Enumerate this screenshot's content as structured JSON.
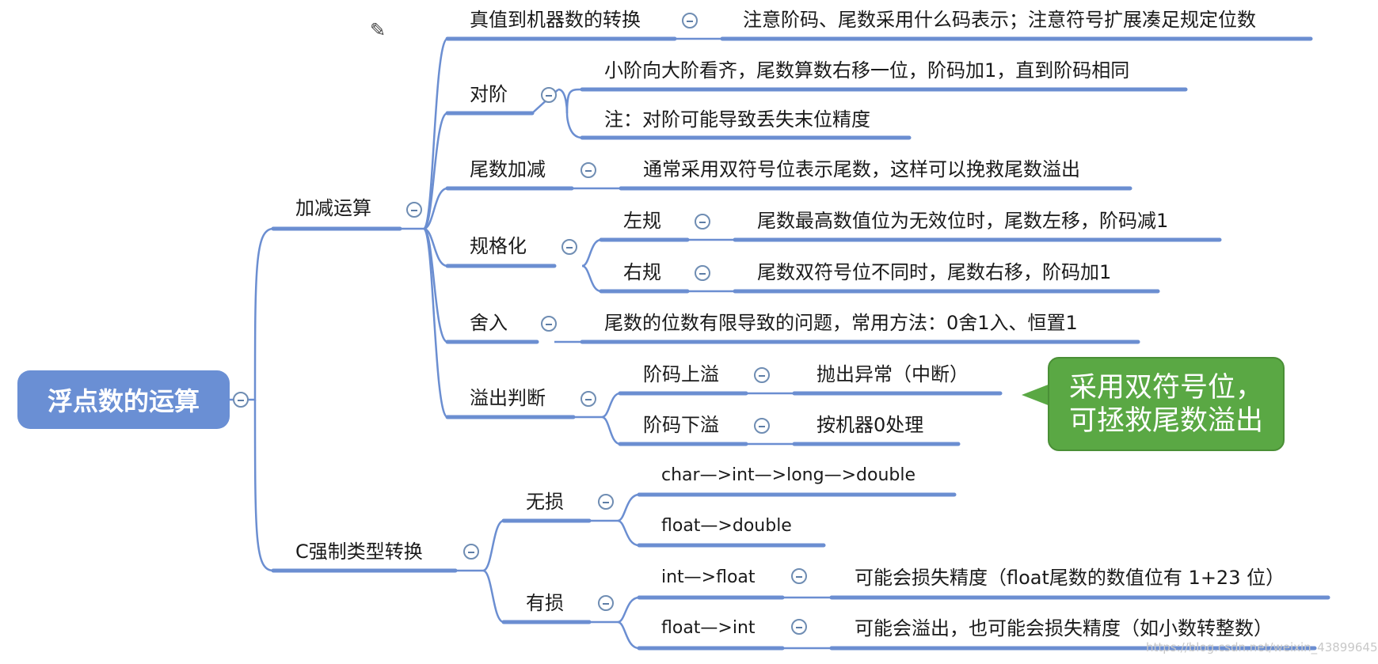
{
  "root": {
    "label": "浮点数的运算"
  },
  "branches": {
    "addsub": {
      "label": "加减运算",
      "children": {
        "convert": {
          "label": "真值到机器数的转换",
          "note": "注意阶码、尾数采用什么码表示；注意符号扩展凑足规定位数"
        },
        "align": {
          "label": "对阶",
          "note1": "小阶向大阶看齐，尾数算数右移一位，阶码加1，直到阶码相同",
          "note2": "注：对阶可能导致丢失末位精度"
        },
        "mantissa": {
          "label": "尾数加减",
          "note": "通常采用双符号位表示尾数，这样可以挽救尾数溢出"
        },
        "normalize": {
          "label": "规格化",
          "left": {
            "label": "左规",
            "note": "尾数最高数值位为无效位时，尾数左移，阶码减1"
          },
          "right": {
            "label": "右规",
            "note": "尾数双符号位不同时，尾数右移，阶码加1"
          }
        },
        "round": {
          "label": "舍入",
          "note": "尾数的位数有限导致的问题，常用方法：0舍1入、恒置1"
        },
        "overflow": {
          "label": "溢出判断",
          "up": {
            "label": "阶码上溢",
            "note": "抛出异常（中断）"
          },
          "down": {
            "label": "阶码下溢",
            "note": "按机器0处理"
          }
        }
      }
    },
    "cast": {
      "label": "C强制类型转换",
      "lossless": {
        "label": "无损",
        "items": [
          "char—>int—>long—>double",
          "float—>double"
        ]
      },
      "lossy": {
        "label": "有损",
        "i2f": {
          "label": "int—>float",
          "note": "可能会损失精度（float尾数的数值位有 1+23 位）"
        },
        "f2i": {
          "label": "float—>int",
          "note": "可能会溢出，也可能会损失精度（如小数转整数）"
        }
      }
    }
  },
  "callout": {
    "line1": "采用双符号位，",
    "line2": "可拯救尾数溢出"
  },
  "watermark": "https://blog.csdn.net/weixin_43899645",
  "colors": {
    "line": "#6b8ed1",
    "root": "#6a8fd4",
    "callout": "#5aa844"
  }
}
